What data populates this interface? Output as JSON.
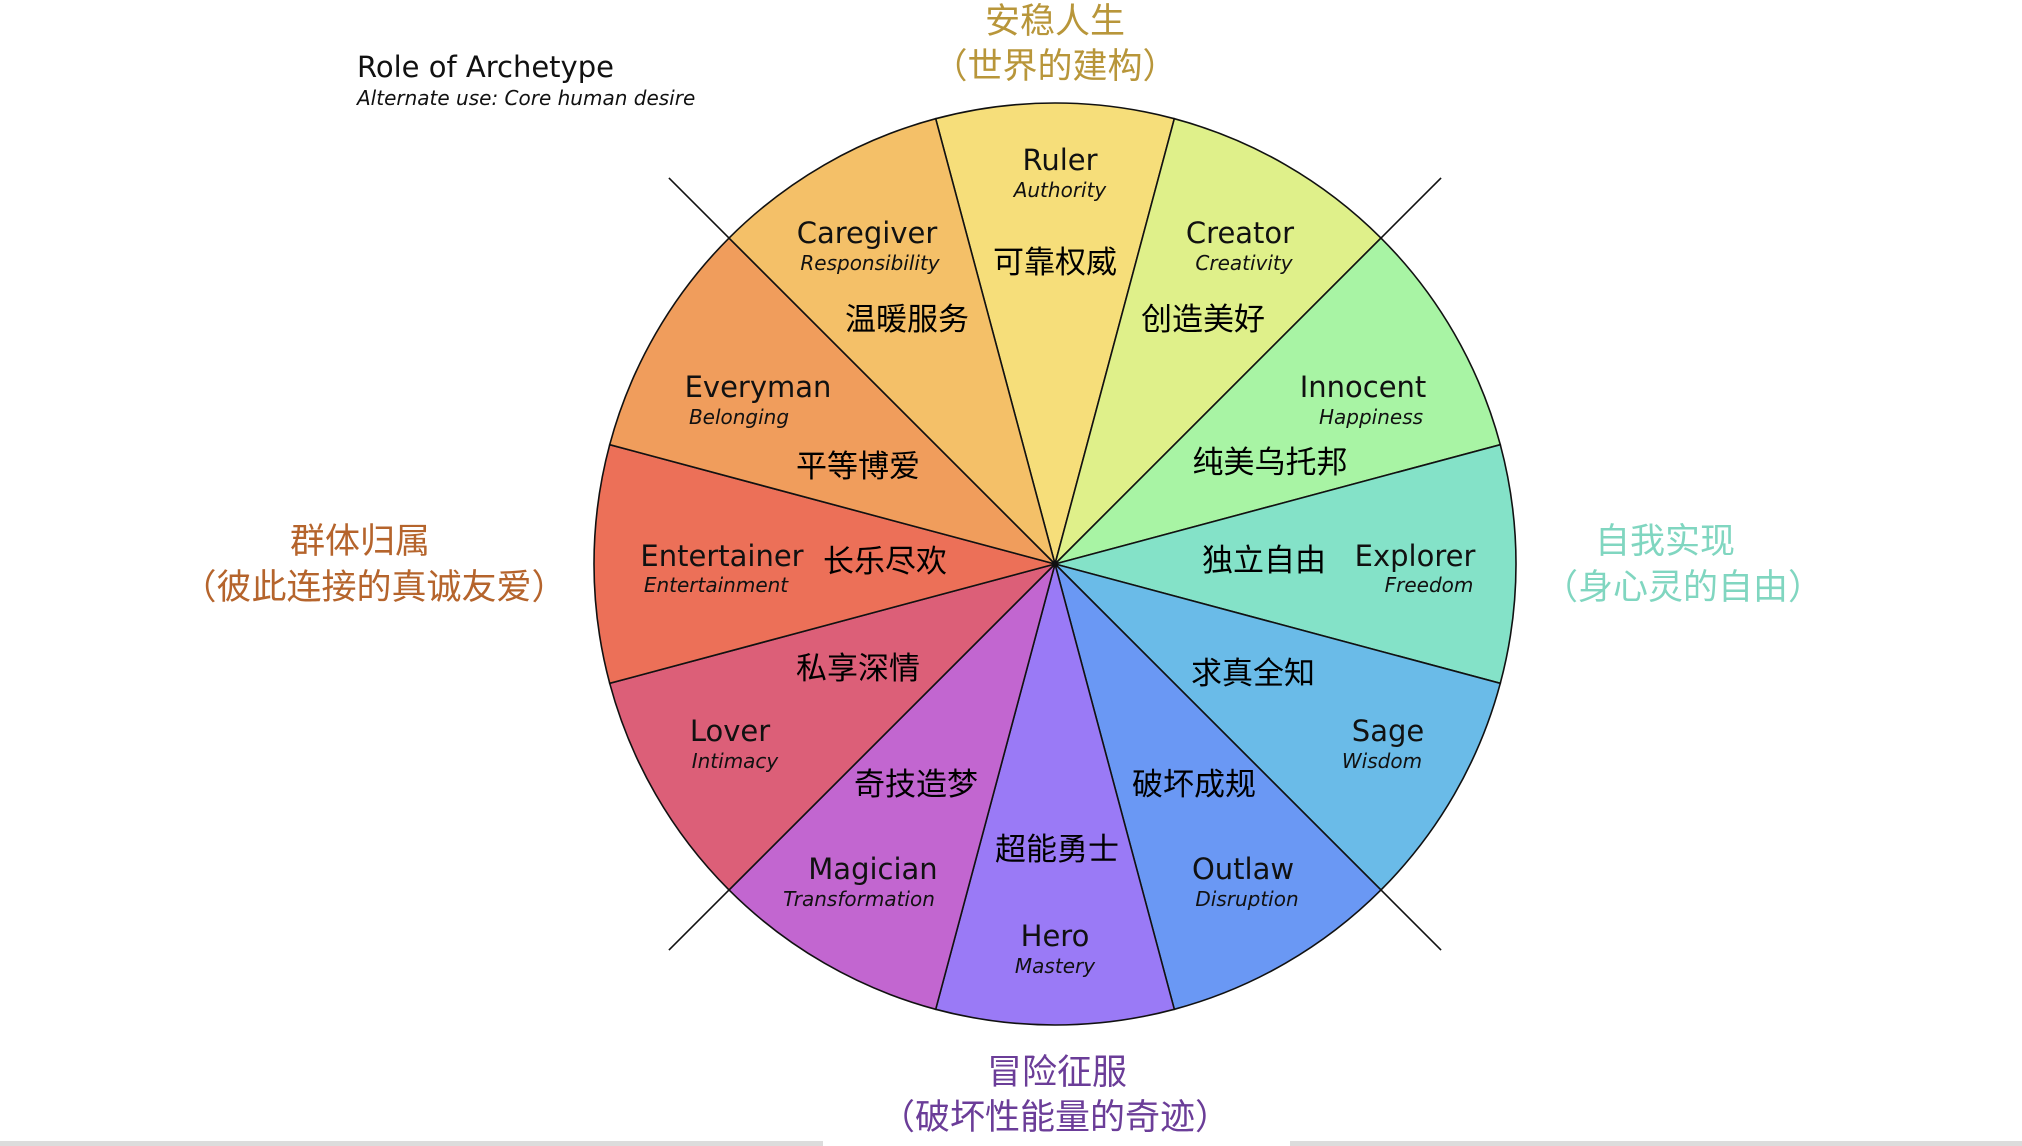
{
  "header": {
    "title": "Role of Archetype",
    "subtitle": "Alternate use: Core human desire"
  },
  "quadrants": {
    "top": {
      "line1": "安稳人生",
      "line2": "（世界的建构）",
      "color": "#b8963a"
    },
    "left": {
      "line1": "群体归属",
      "line2": "（彼此连接的真诚友爱）",
      "color": "#b5642c"
    },
    "right": {
      "line1": "自我实现",
      "line2": "（身心灵的自由）",
      "color": "#80d6c0"
    },
    "bottom": {
      "line1": "冒险征服",
      "line2": "（破坏性能量的奇迹）",
      "color": "#6b3d98"
    }
  },
  "archetypes": [
    {
      "name": "Ruler",
      "desire": "Authority",
      "cn": "可靠权威",
      "color": "#f6de7a"
    },
    {
      "name": "Creator",
      "desire": "Creativity",
      "cn": "创造美好",
      "color": "#dff08a"
    },
    {
      "name": "Innocent",
      "desire": "Happiness",
      "cn": "纯美乌托邦",
      "color": "#a8f4a4"
    },
    {
      "name": "Explorer",
      "desire": "Freedom",
      "cn": "独立自由",
      "color": "#84e2c8"
    },
    {
      "name": "Sage",
      "desire": "Wisdom",
      "cn": "求真全知",
      "color": "#6abbe8"
    },
    {
      "name": "Outlaw",
      "desire": "Disruption",
      "cn": "破坏成规",
      "color": "#6a98f4"
    },
    {
      "name": "Hero",
      "desire": "Mastery",
      "cn": "超能勇士",
      "color": "#9a7af6"
    },
    {
      "name": "Magician",
      "desire": "Transformation",
      "cn": "奇技造梦",
      "color": "#c266d0"
    },
    {
      "name": "Lover",
      "desire": "Intimacy",
      "cn": "私享深情",
      "color": "#dc5f78"
    },
    {
      "name": "Entertainer",
      "desire": "Entertainment",
      "cn": "长乐尽欢",
      "color": "#ec7058"
    },
    {
      "name": "Everyman",
      "desire": "Belonging",
      "cn": "平等博爱",
      "color": "#f09d5c"
    },
    {
      "name": "Caregiver",
      "desire": "Responsibility",
      "cn": "温暖服务",
      "color": "#f4c068"
    }
  ]
}
